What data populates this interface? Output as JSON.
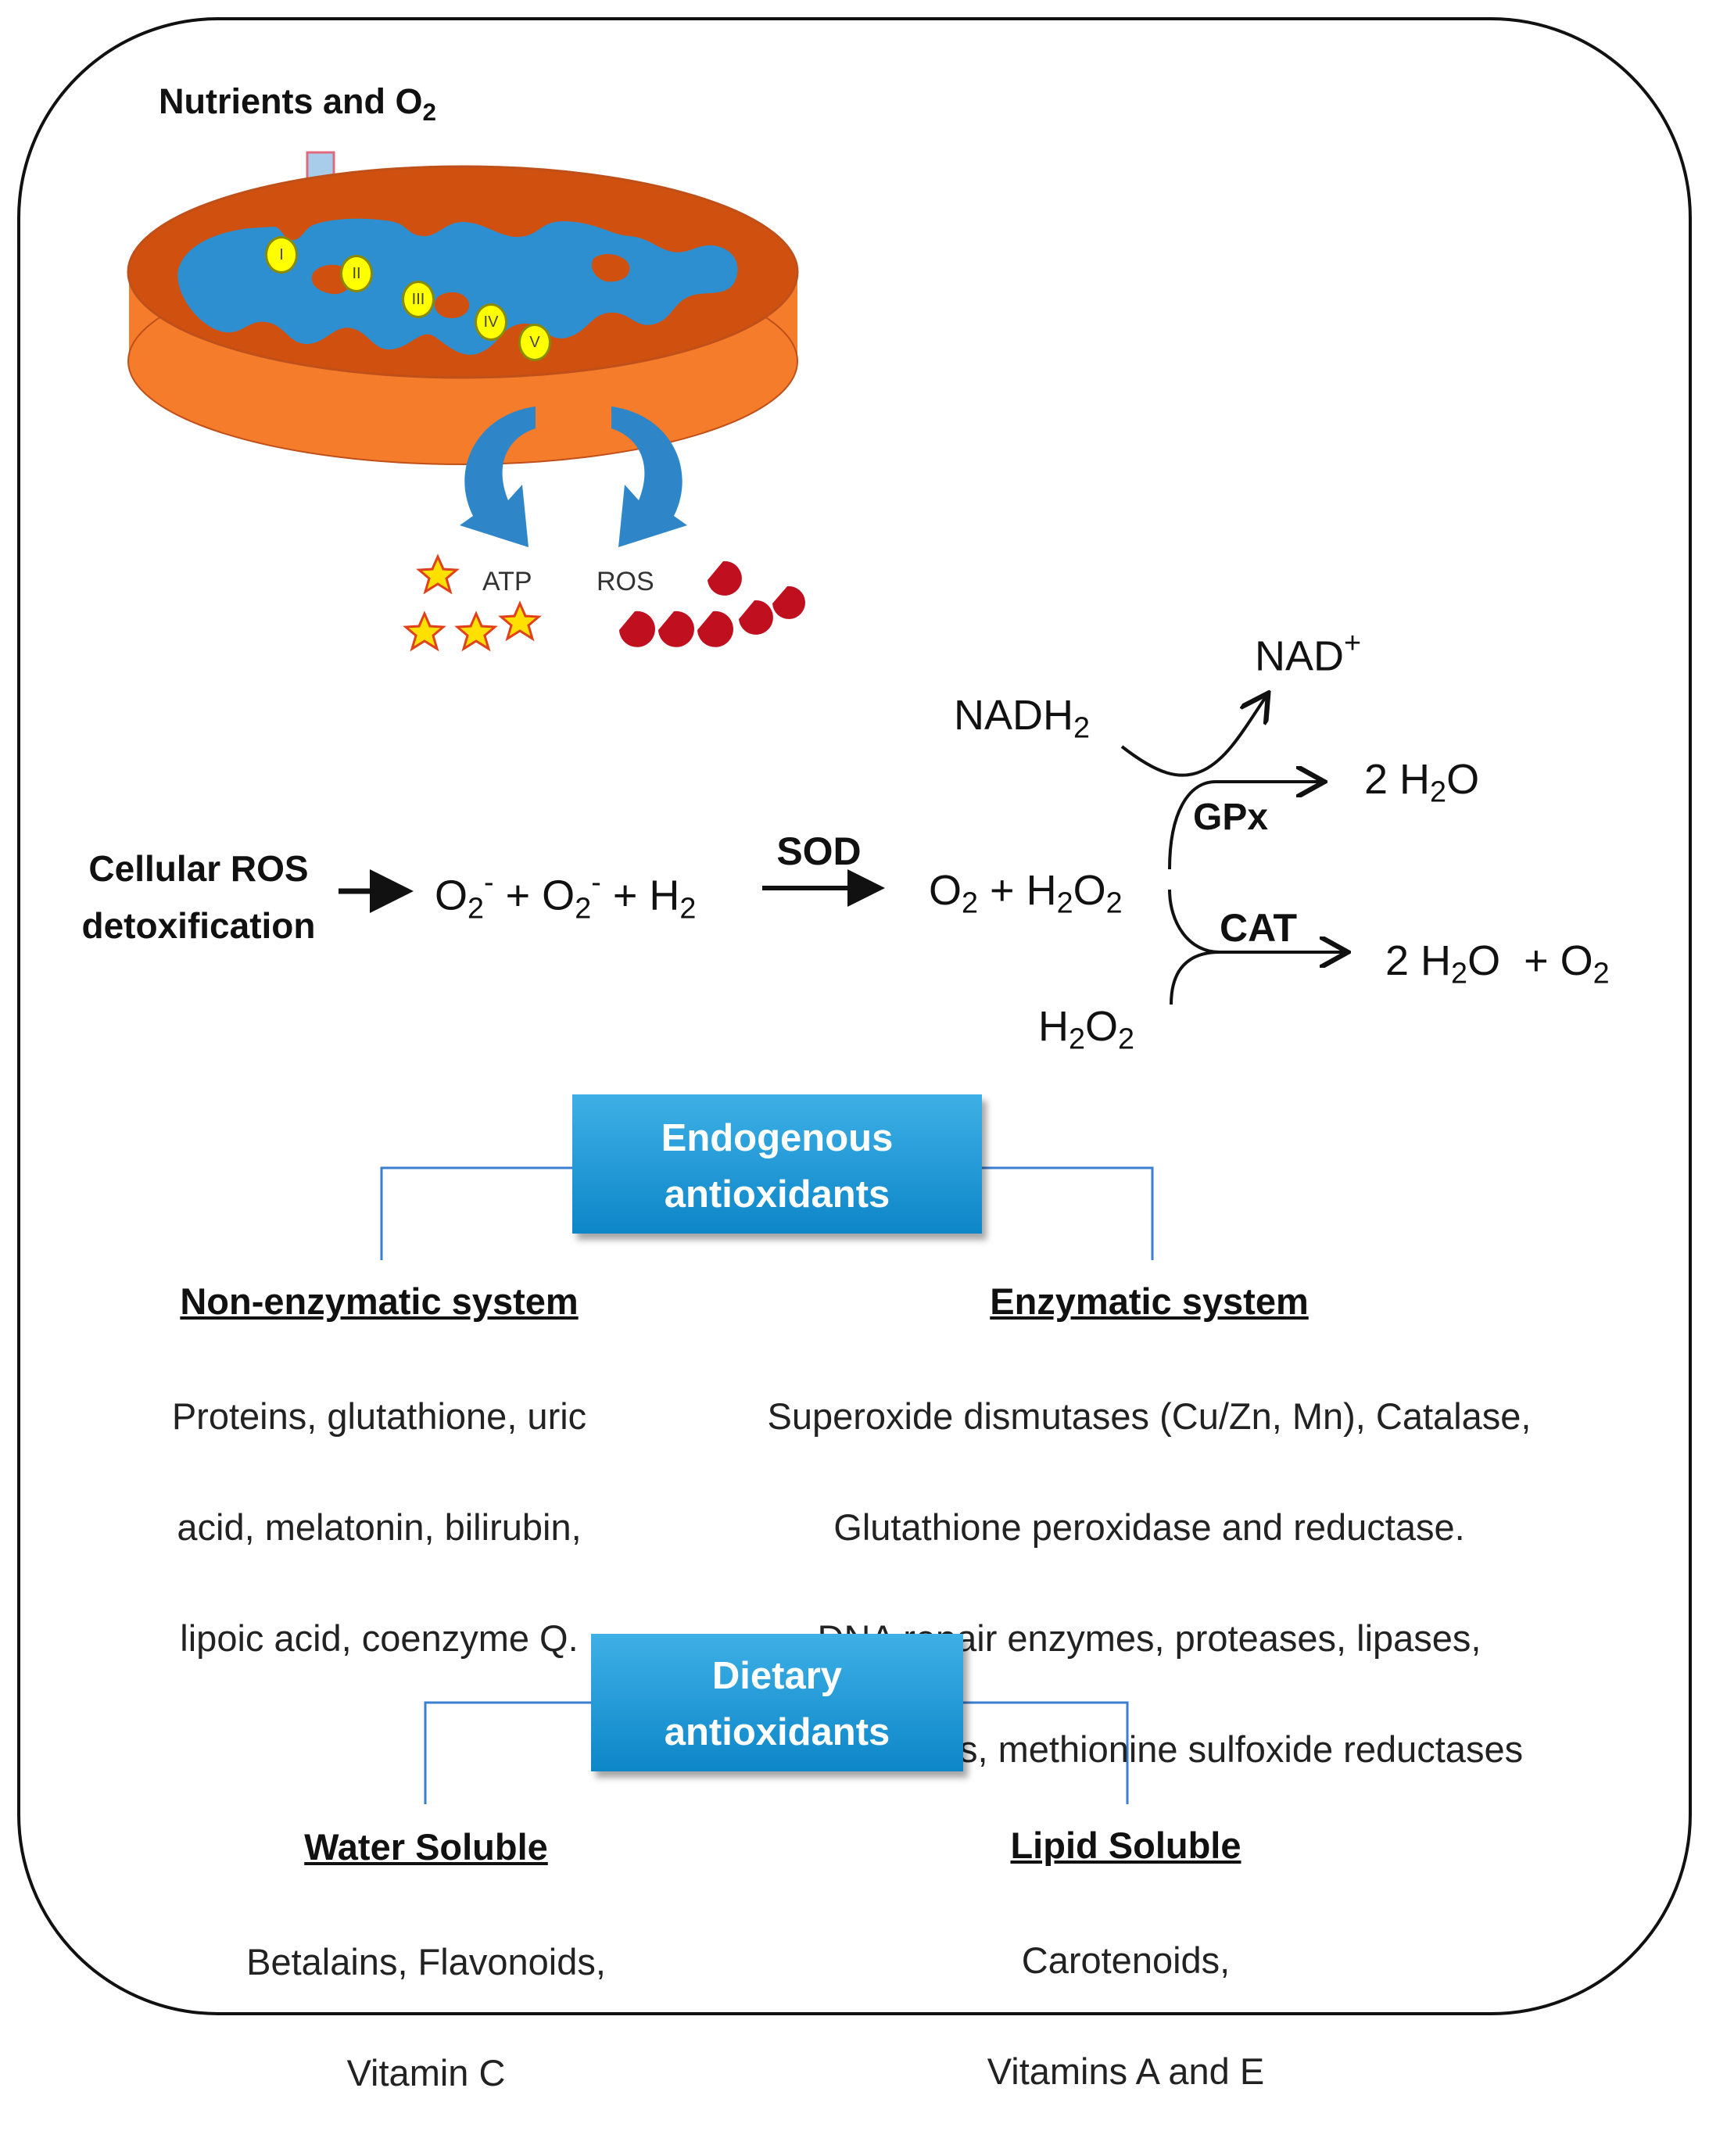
{
  "top": {
    "input_label_prefix": "Nutrients and O",
    "input_label_sub": "2"
  },
  "mito": {
    "complexes": [
      "I",
      "II",
      "III",
      "IV",
      "V"
    ]
  },
  "products": {
    "atp_label": "ATP",
    "ros_label": "ROS"
  },
  "pathway": {
    "label_line1": "Cellular ROS",
    "label_line2": "detoxification",
    "sod_label": "SOD",
    "gpx_label": "GPx",
    "cat_label": "CAT",
    "nad_plus": "NAD",
    "nad_sup": "+",
    "nadh2": "NADH",
    "sub2": "2"
  },
  "endogenous": {
    "title_line1": "Endogenous",
    "title_line2": "antioxidants",
    "nonenzymatic": {
      "heading": "Non-enzymatic system",
      "lines": [
        "Proteins, glutathione, uric",
        "acid, melatonin, bilirubin,",
        "lipoic acid, coenzyme Q."
      ]
    },
    "enzymatic": {
      "heading": "Enzymatic system",
      "lines": [
        "Superoxide dismutases (Cu/Zn, Mn), Catalase,",
        "Glutathione peroxidase  and reductase.",
        "DNA repair enzymes, proteases, lipases,",
        "transferases, methionine sulfoxide reductases"
      ]
    }
  },
  "dietary": {
    "title_line1": "Dietary",
    "title_line2": "antioxidants",
    "water": {
      "heading": "Water  Soluble",
      "lines": [
        "Betalains,  Flavonoids,",
        "Vitamin C"
      ]
    },
    "lipid": {
      "heading": "Lipid  Soluble",
      "lines": [
        "Carotenoids,",
        "Vitamins A and E"
      ]
    }
  },
  "colors": {
    "mito_outer": "#f47c2b",
    "mito_inner": "#d0500f",
    "cristae": "#2e8fd0",
    "complex_fill": "#ffff00",
    "arrow_blue": "#2e86c8",
    "ros_red": "#c0101f",
    "star_yellow": "#ffe000",
    "box_blue": "#1a95d6",
    "line_blue": "#3b7fcf"
  }
}
